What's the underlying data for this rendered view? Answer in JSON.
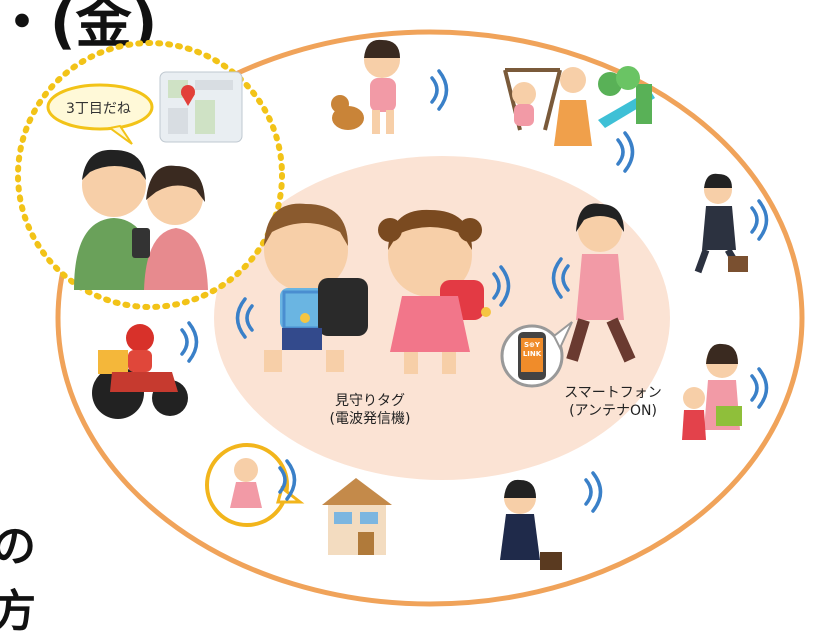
{
  "heading": {
    "top_fragment": "・(金)",
    "bottom_fragment_1": "の",
    "bottom_fragment_2": "方"
  },
  "bubble": {
    "text": "3丁目だね"
  },
  "tag_label": {
    "line1": "見守りタグ",
    "line2": "(電波発信機)"
  },
  "phone_label": {
    "line1": "スマートフォン",
    "line2": "(アンテナON)"
  },
  "phone_app": {
    "line1": "S⊕Y",
    "line2": "LINK"
  },
  "colors": {
    "outer_ring": "#f0a35a",
    "inner_fill": "#fbe3d4",
    "dotted_circle": "#f2c318",
    "wave": "#3a80c8",
    "small_bubble_border": "#f2b51c"
  }
}
